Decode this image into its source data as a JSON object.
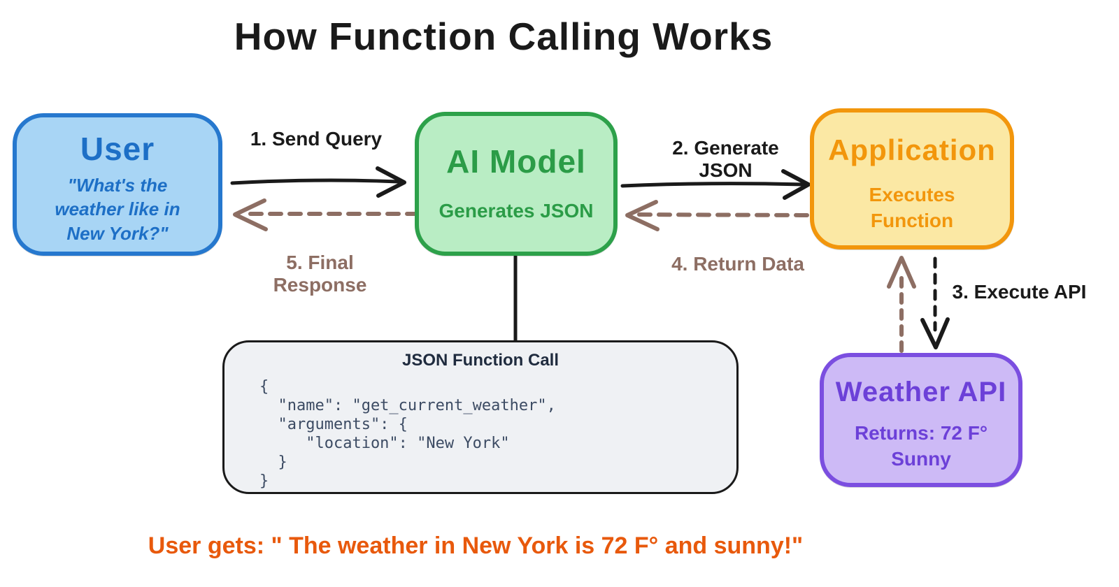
{
  "title": "How Function Calling Works",
  "nodes": {
    "user": {
      "title": "User",
      "body": "\"What's the\nweather like in\nNew York?\""
    },
    "ai_model": {
      "title": "AI Model",
      "body": "Generates JSON"
    },
    "application": {
      "title": "Application",
      "body": "Executes\nFunction"
    },
    "weather_api": {
      "title": "Weather API",
      "body": "Returns: 72 F°\nSunny"
    }
  },
  "json_panel": {
    "title": "JSON Function Call",
    "code": "{\n  \"name\": \"get_current_weather\",\n  \"arguments\": {\n     \"location\": \"New York\"\n  }\n}"
  },
  "labels": {
    "step1": "1. Send Query",
    "step2": "2. Generate JSON",
    "step3": "3. Execute API",
    "step4": "4. Return Data",
    "step5": "5. Final Response"
  },
  "footer": "User gets: \" The weather in New York is 72 F° and sunny!\"",
  "colors": {
    "title_text": "#1a1a1a",
    "user_fill": "#a8d5f5",
    "user_border": "#2678ce",
    "user_text": "#1d6fc6",
    "ai_fill": "#b9edc4",
    "ai_border": "#2da14a",
    "ai_text": "#2b9c47",
    "app_fill": "#fbe8a4",
    "app_border": "#f2960c",
    "app_text": "#f2960c",
    "api_fill": "#cdbaf6",
    "api_border": "#7b4ee0",
    "api_text": "#6c40d8",
    "json_fill": "#eff1f4",
    "json_border": "#1a1a1a",
    "json_title": "#1f2b3e",
    "json_code": "#3c4b63",
    "arrow_black": "#1a1a1a",
    "arrow_brown": "#8d6e63",
    "footer_text": "#e8590c"
  }
}
